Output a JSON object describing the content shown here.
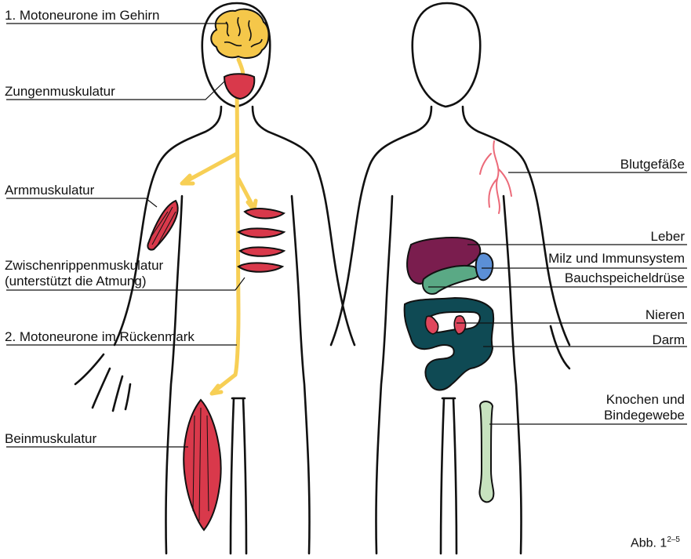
{
  "left_labels": [
    "1. Motoneurone im Gehirn",
    "Zungenmuskulatur",
    "Armmuskulatur",
    "Zwischenrippenmuskulatur",
    "(unterstützt die Atmung)",
    "2. Motoneurone im Rückenmark",
    "Beinmuskulatur"
  ],
  "right_labels": [
    "Blutgefäße",
    "Leber",
    "Milz und Immunsystem",
    "Bauchspeicheldrüse",
    "Nieren",
    "Darm",
    "Knochen und",
    "Bindegewebe"
  ],
  "figure_label": {
    "text": "Abb. 1",
    "sup": "2–5"
  },
  "colors": {
    "outline": "#111111",
    "nerve": "#f7cf55",
    "brain": "#f5c74a",
    "muscle": "#d9394b",
    "liver": "#7a1d4e",
    "pancreas": "#5aa985",
    "spleen": "#5b8fd6",
    "kidney": "#e0465c",
    "intestine": "#0f4a54",
    "bone": "#c7e2bf",
    "vessel": "#ec6a79"
  }
}
